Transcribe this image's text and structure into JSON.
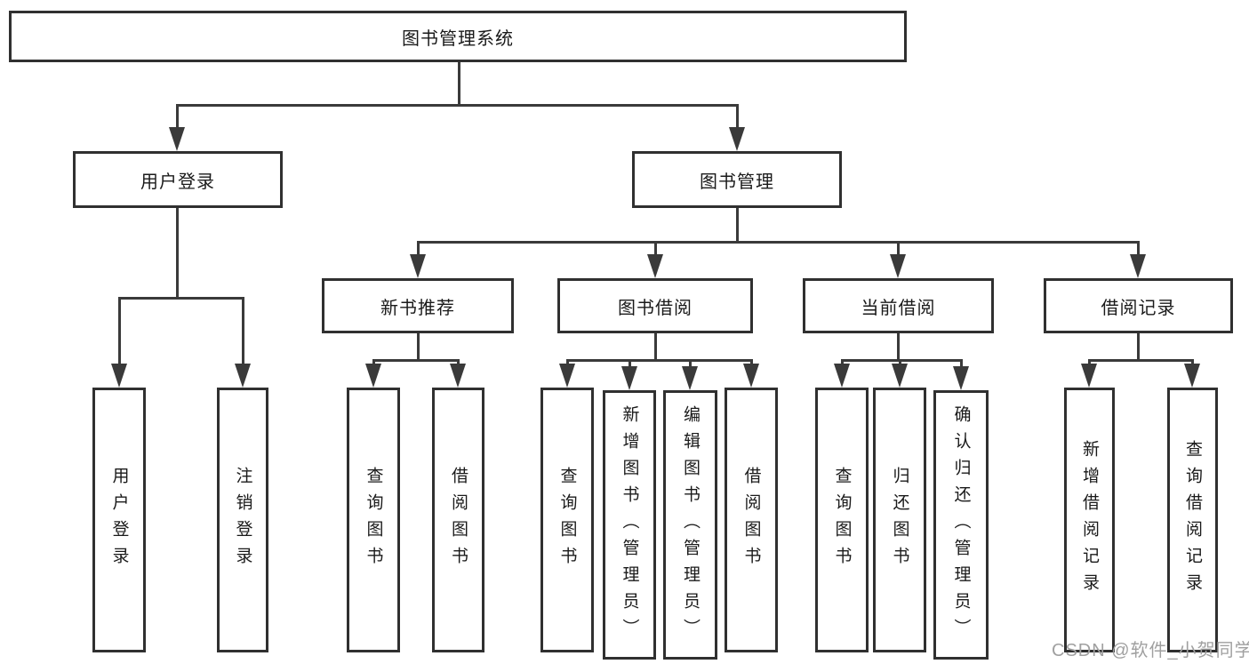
{
  "diagram": {
    "root": {
      "label": "图书管理系统",
      "children": {
        "user_login": {
          "label": "用户登录",
          "children": {
            "login": {
              "label": "用户登录"
            },
            "logout": {
              "label": "注销登录"
            }
          }
        },
        "book_mgmt": {
          "label": "图书管理",
          "children": {
            "new_book_rec": {
              "label": "新书推荐",
              "children": {
                "query_book": {
                  "label": "查询图书"
                },
                "borrow_book": {
                  "label": "借阅图书"
                }
              }
            },
            "book_borrow": {
              "label": "图书借阅",
              "children": {
                "query_book": {
                  "label": "查询图书"
                },
                "add_book": {
                  "label": "新增图书（管理员）"
                },
                "edit_book": {
                  "label": "编辑图书（管理员）"
                },
                "borrow_book": {
                  "label": "借阅图书"
                }
              }
            },
            "current_borrow": {
              "label": "当前借阅",
              "children": {
                "query_book": {
                  "label": "查询图书"
                },
                "return_book": {
                  "label": "归还图书"
                },
                "confirm_return": {
                  "label": "确认归还（管理员）"
                }
              }
            },
            "borrow_record": {
              "label": "借阅记录",
              "children": {
                "add_record": {
                  "label": "新增借阅记录"
                },
                "query_record": {
                  "label": "查询借阅记录"
                }
              }
            }
          }
        }
      }
    },
    "watermark": "CSDN @软件_小贺同学",
    "colors": {
      "line": "#3a3a3a",
      "box_border": "#303030",
      "text": "#1a1a1a",
      "watermark": "#a0a0a0",
      "background": "#ffffff"
    }
  }
}
